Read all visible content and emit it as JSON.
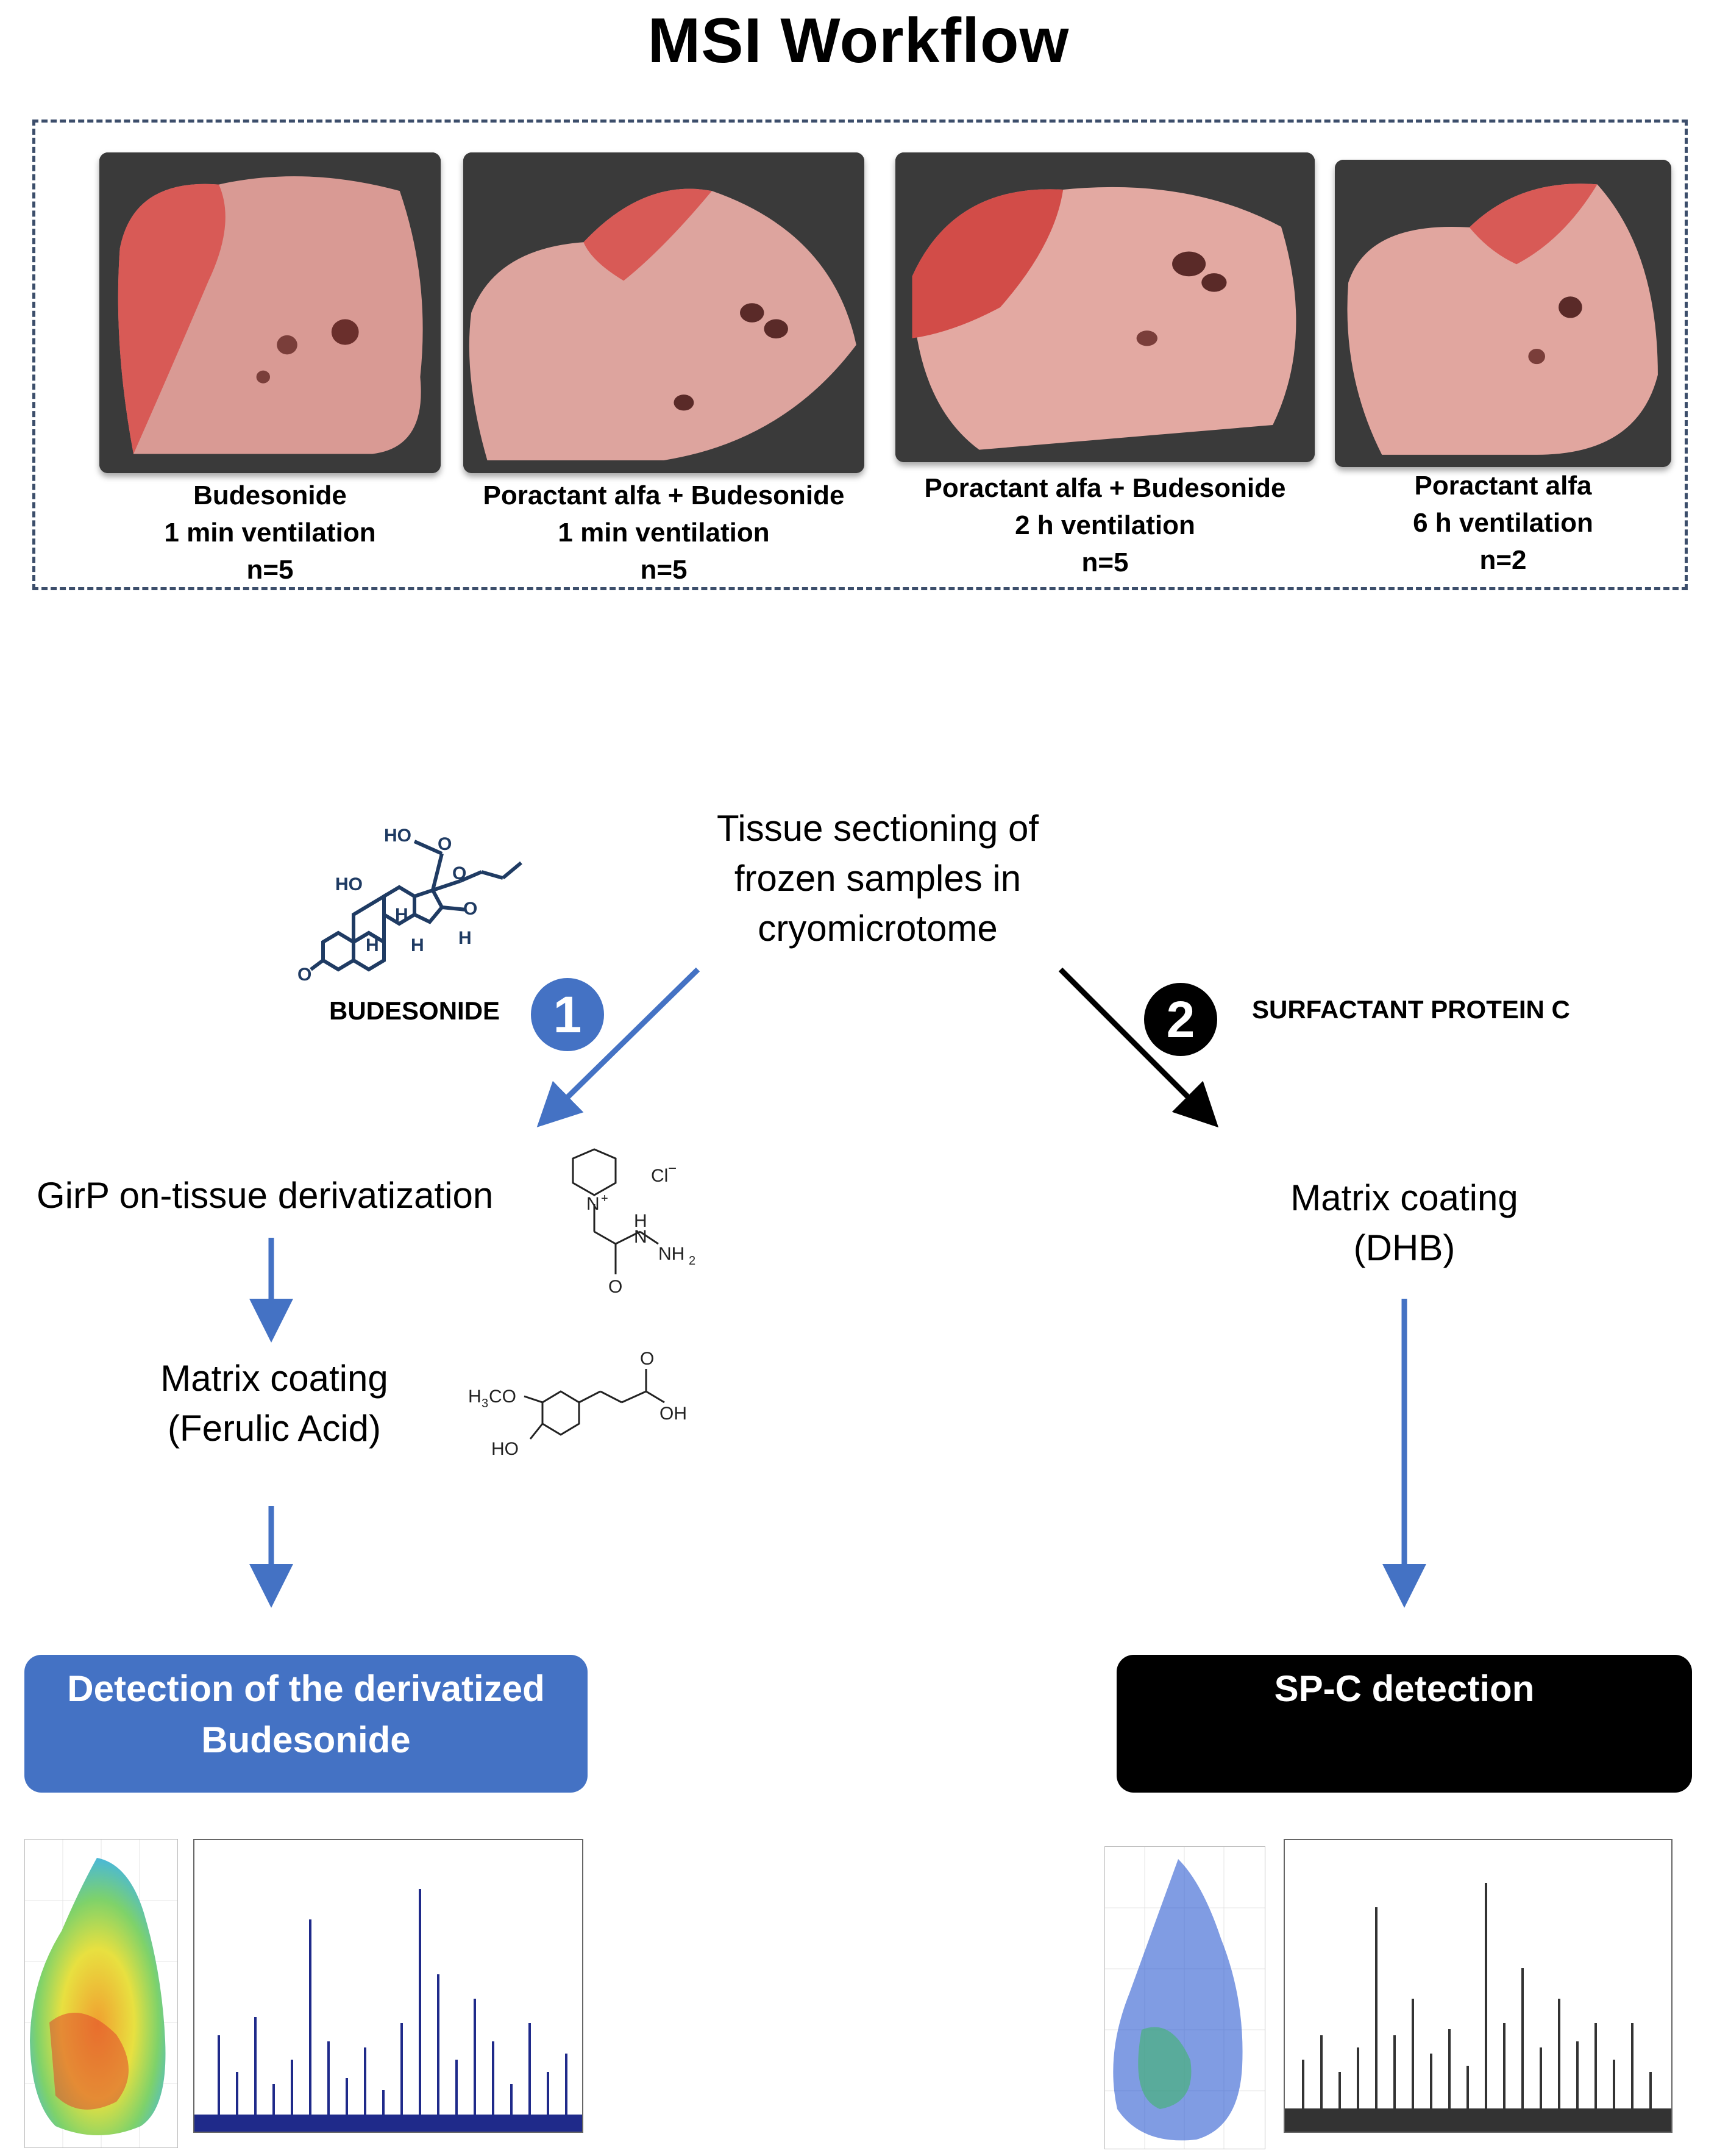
{
  "title": "MSI Workflow",
  "samples": [
    {
      "line1": "Budesonide",
      "line2": "1 min ventilation",
      "line3": "n=5"
    },
    {
      "line1": "Poractant alfa + Budesonide",
      "line2": "1 min ventilation",
      "line3": "n=5"
    },
    {
      "line1": "Poractant alfa + Budesonide",
      "line2": "2 h ventilation",
      "line3": "n=5"
    },
    {
      "line1": "Poractant alfa",
      "line2": "6 h ventilation",
      "line3": "n=2"
    }
  ],
  "steps": {
    "sectioning": [
      "Tissue sectioning of",
      "frozen samples in",
      "cryomicrotome"
    ],
    "girp": "GirP on-tissue derivatization",
    "matrix_fa": [
      "Matrix coating",
      "(Ferulic Acid)"
    ],
    "matrix_dhb": [
      "Matrix coating",
      "(DHB)"
    ]
  },
  "branches": {
    "one": {
      "number": "1",
      "label": "BUDESONIDE",
      "result": [
        "Detection of the derivatized",
        "Budesonide"
      ],
      "color": "#4472c4"
    },
    "two": {
      "number": "2",
      "label": "SURFACTANT PROTEIN C",
      "result": [
        "SP-C detection"
      ],
      "color": "#000000"
    }
  },
  "chem_labels": {
    "budesonide": [
      "HO",
      "HO",
      "H",
      "H",
      "H",
      "O",
      "O",
      "O",
      "H"
    ],
    "girp": [
      "Cl",
      "−",
      "N",
      "+",
      "H",
      "N",
      "NH",
      "2",
      "O"
    ],
    "ferulic": [
      "H",
      "3",
      "CO",
      "HO",
      "O",
      "OH"
    ]
  }
}
